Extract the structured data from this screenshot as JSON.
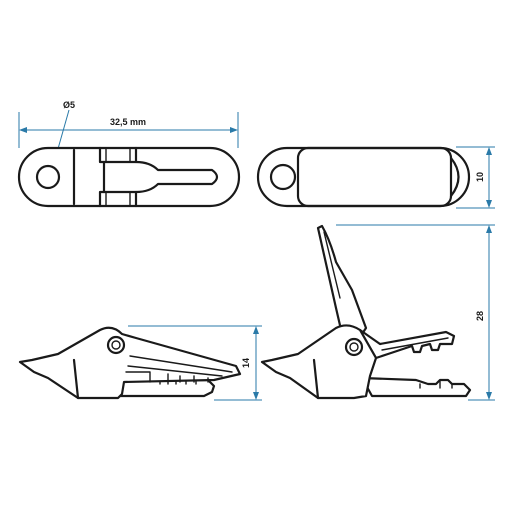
{
  "colors": {
    "outline": "#1a1a1a",
    "dimension": "#2a7aa8",
    "background": "#ffffff"
  },
  "dimensions": {
    "hole_diameter": "Ø5",
    "length": "32,5 mm",
    "height": "10",
    "closed_height": "14",
    "open_height": "28"
  }
}
